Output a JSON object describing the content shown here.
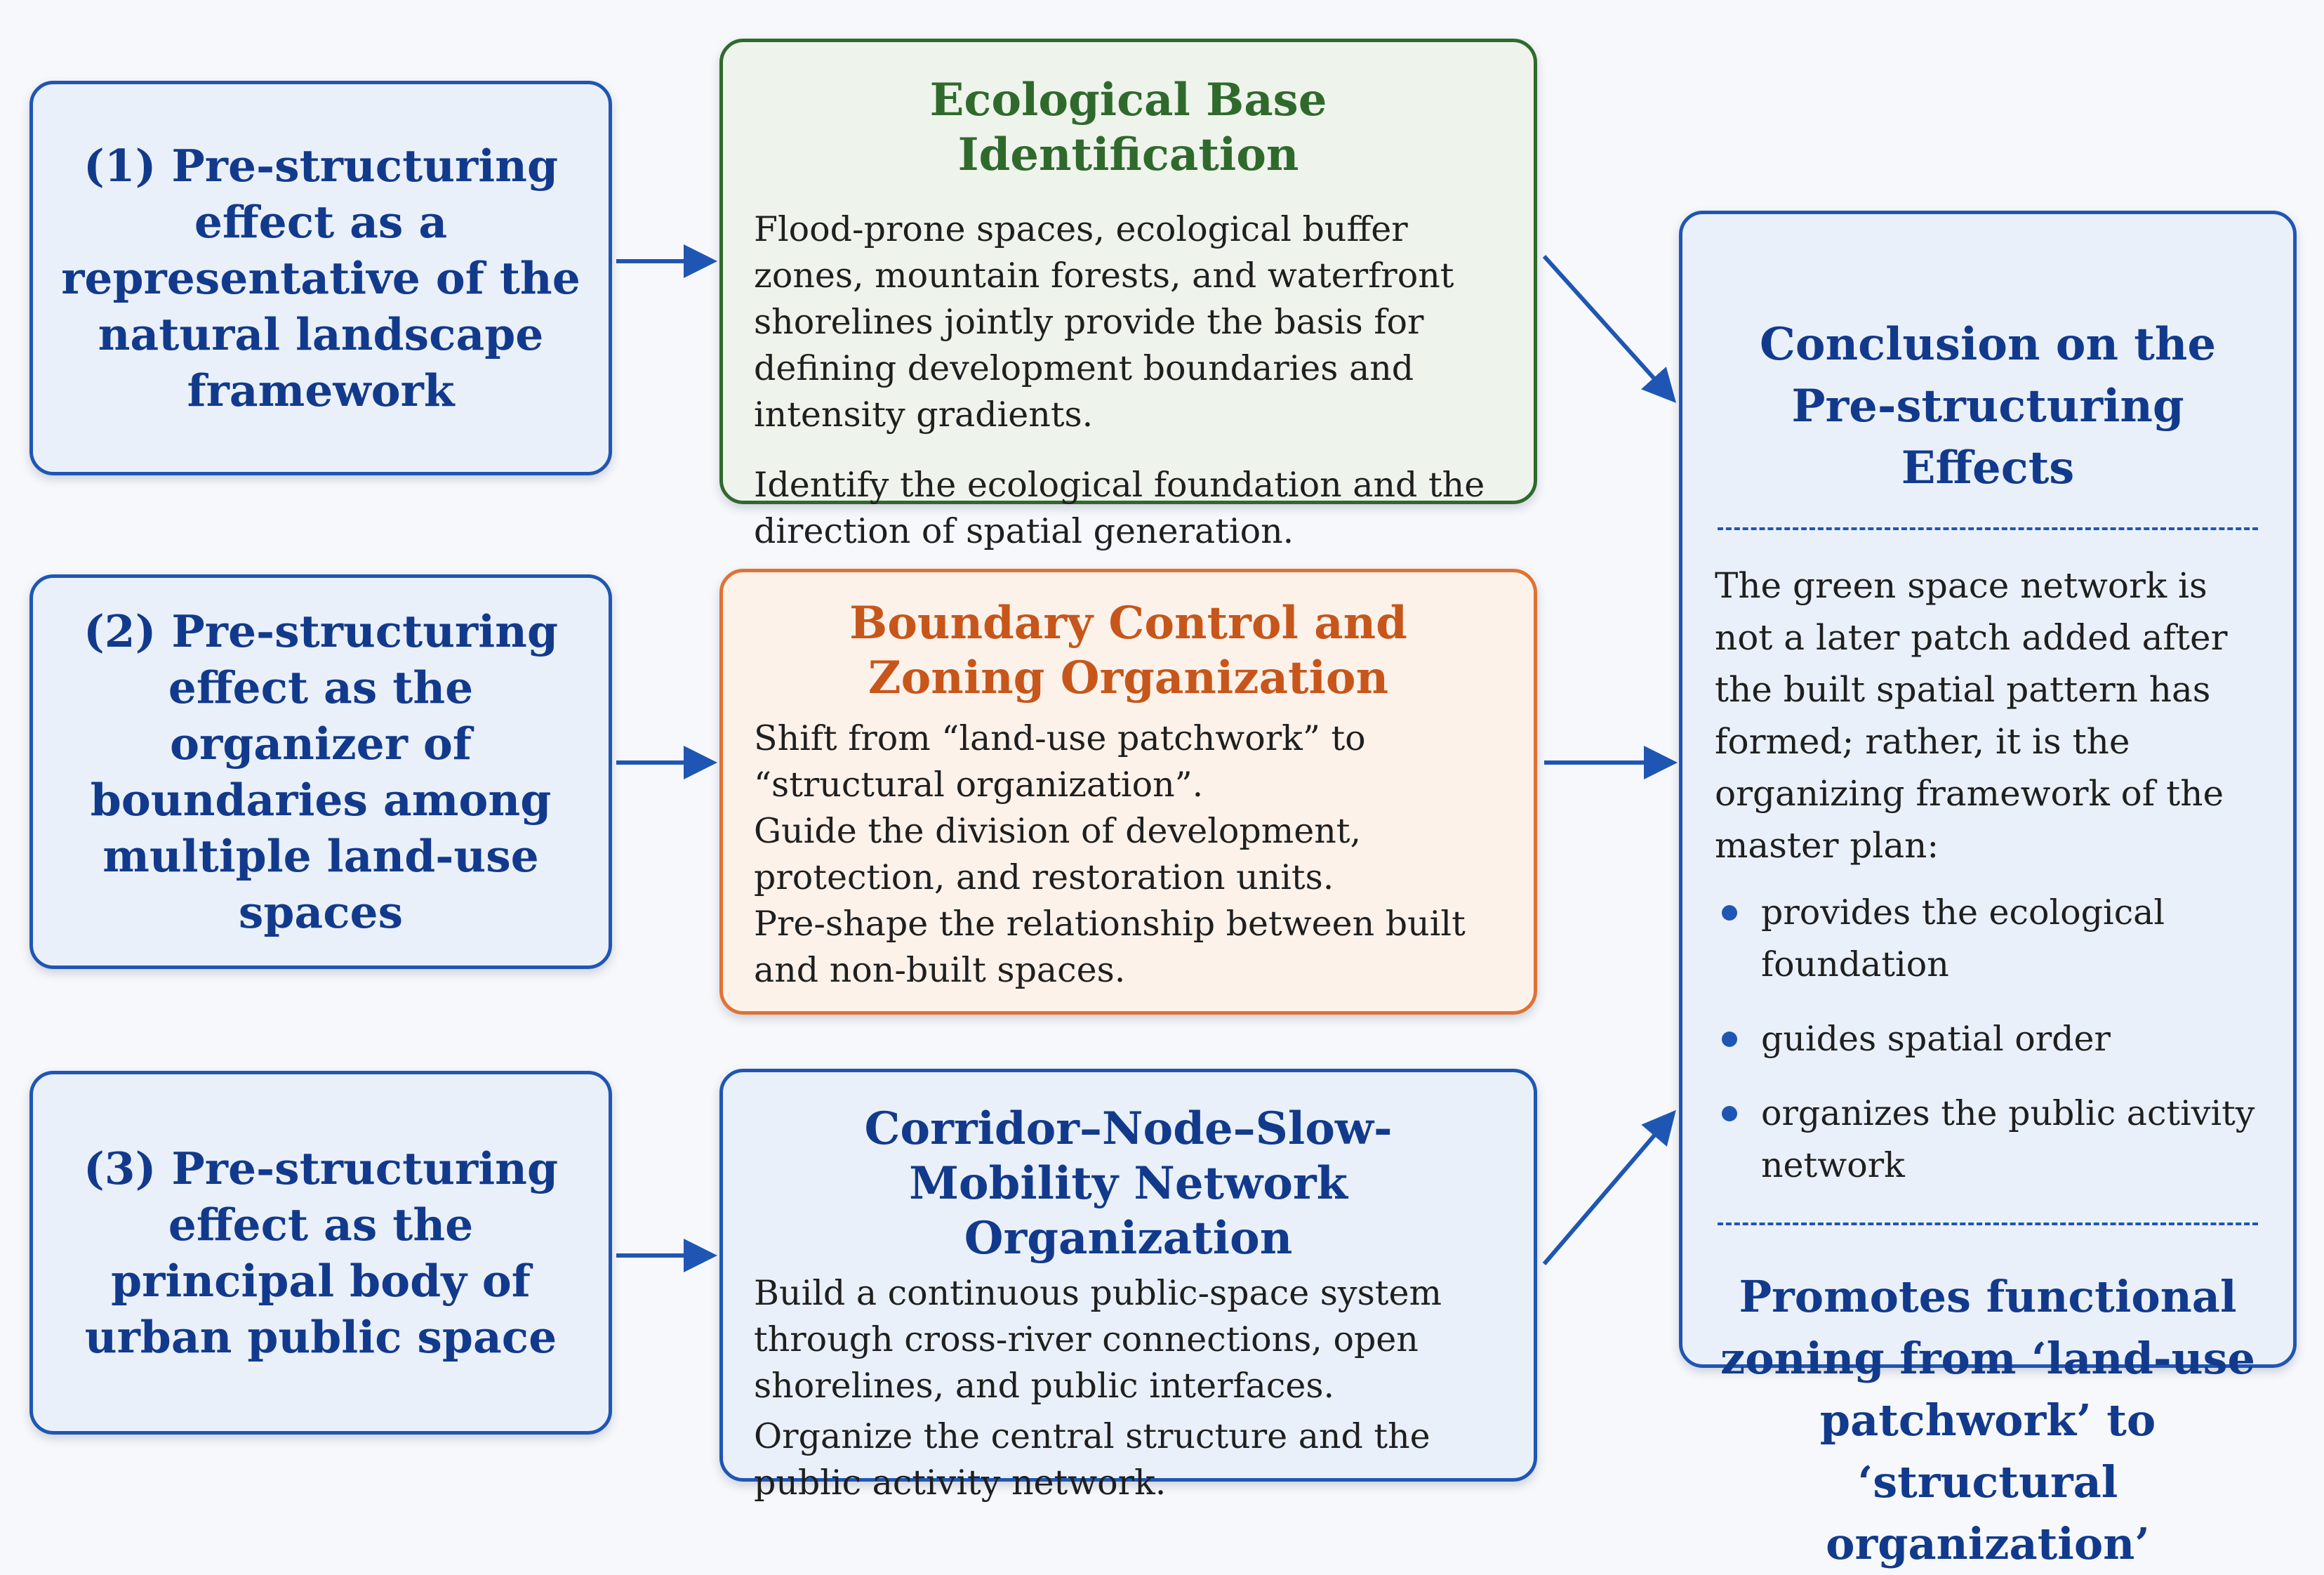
{
  "left_boxes": [
    {
      "text": "(1) Pre-structuring effect as a representative of the natural landscape framework"
    },
    {
      "text": "(2) Pre-structuring effect as the organizer of boundaries among multiple land-use spaces"
    },
    {
      "text": "(3) Pre-structuring effect as the principal body of urban public space"
    }
  ],
  "ecological": {
    "title": "Ecological Base Identification",
    "p1": "Flood-prone spaces, ecological buffer zones, mountain forests, and waterfront shorelines jointly provide the basis for defining development boundaries and intensity gradients.",
    "p2": "Identify the ecological foundation and the direction of spatial generation."
  },
  "boundary": {
    "title": "Boundary Control and Zoning Organization",
    "p1": "Shift from “land-use patchwork” to “structural organization”.",
    "p2": "Guide the division of development, protection, and restoration units.",
    "p3": "Pre-shape the relationship between built and non-built spaces."
  },
  "corridor": {
    "title": "Corridor–Node–Slow-Mobility Network Organization",
    "p1": "Build a continuous public-space system through cross-river connections, open shorelines, and public interfaces.",
    "p2": "Organize the central structure and the public activity network."
  },
  "conclusion": {
    "title": "Conclusion on the Pre-structuring Effects",
    "body": "The green space network is not a later patch added after the built spatial pattern has formed; rather, it is the organizing framework of the master plan:",
    "bullets": [
      "provides the ecological foundation",
      "guides spatial order",
      "organizes the public activity network"
    ],
    "promo": "Promotes functional zoning from ‘land-use patchwork’ to ‘structural organization’"
  },
  "colors": {
    "blue": "#1f56b3",
    "navy": "#123a8c",
    "green": "#2f6a2c",
    "orange": "#e07232"
  }
}
